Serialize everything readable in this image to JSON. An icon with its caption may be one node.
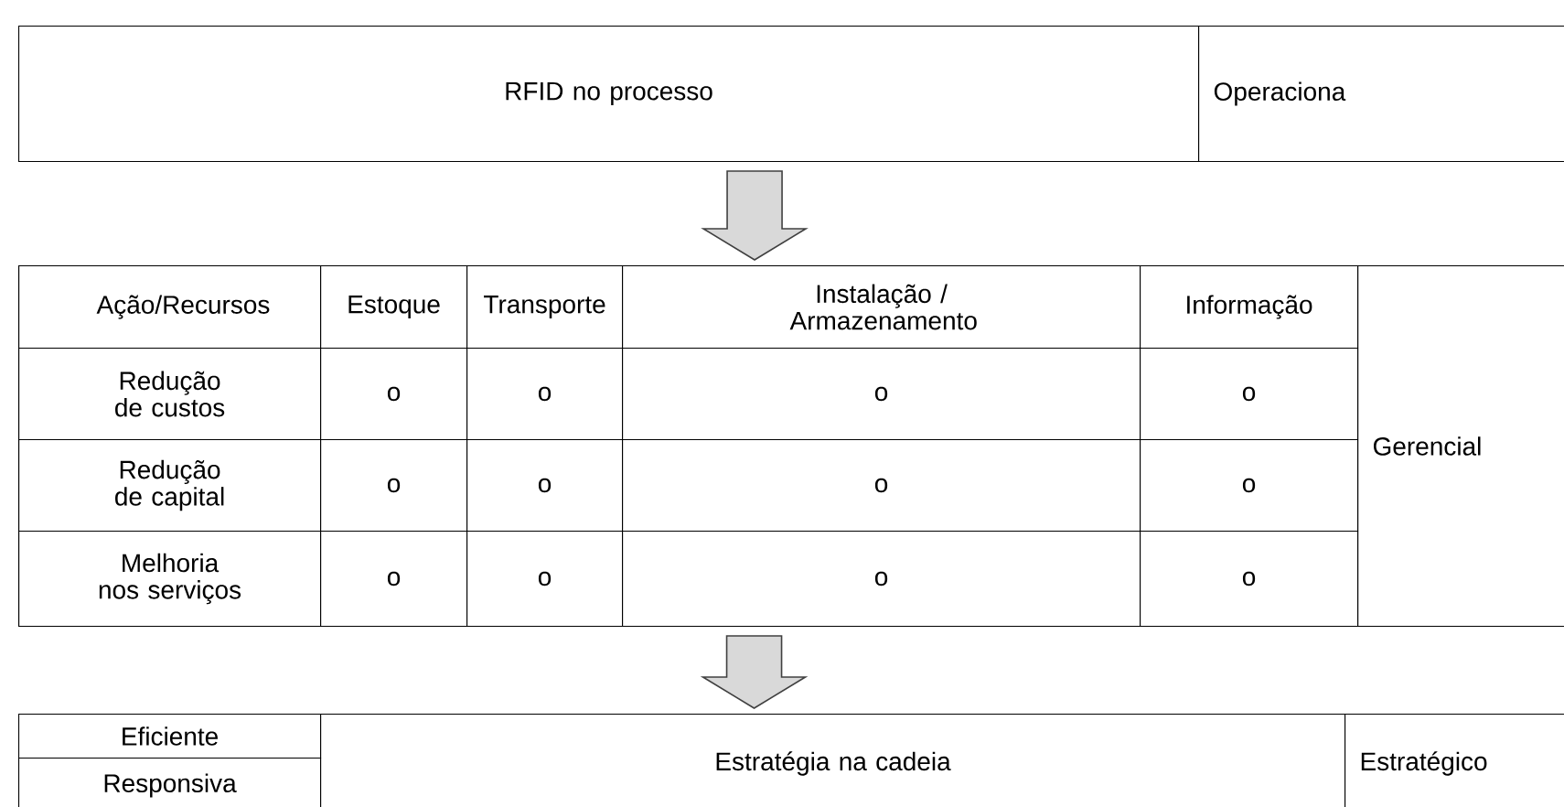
{
  "diagram": {
    "nodes": [
      {
        "text": [
          "RFID no processo"
        ]
      },
      {
        "text": [
          "Operaciona"
        ]
      },
      {
        "text": [],
        "shape": "box"
      },
      {
        "text": [
          "Gerencial"
        ]
      },
      {
        "text": [
          "Estratégia na cadeia"
        ]
      },
      {
        "text": [
          "Estratégico"
        ]
      }
    ],
    "edges": [
      {
        "from": 0,
        "to": 2,
        "arrow": "to"
      },
      {
        "from": 2,
        "to": 4,
        "arrow": "to"
      }
    ],
    "labels": [
      "Ação/Recursos",
      "Estoque",
      "Transporte",
      "Instalação / Armazenamento",
      "Informação",
      "Redução de custos",
      "o",
      "o",
      "o",
      "o",
      "Redução de capital",
      "o",
      "o",
      "o",
      "o",
      "Melhoria nos serviços",
      "o",
      "o",
      "o",
      "o",
      "Eficiente",
      "Responsiva"
    ]
  }
}
